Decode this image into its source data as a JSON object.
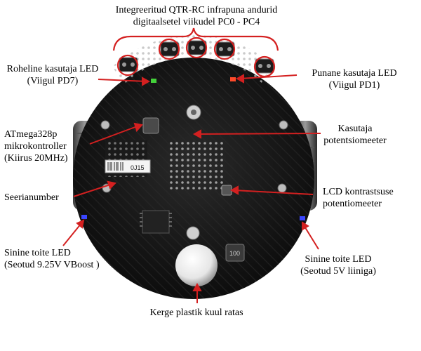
{
  "labels": {
    "top_sensors": [
      "Integreeritud QTR-RC infrapuna andurid",
      "digitaalsetel viikudel PC0 - PC4"
    ],
    "green_led": [
      "Roheline kasutaja LED",
      "(Viigul PD7)"
    ],
    "red_led": [
      "Punane kasutaja LED",
      "(Viigul PD1)"
    ],
    "mcu": [
      "ATmega328p",
      "mikrokontroller",
      "(Kiirus 20MHz)"
    ],
    "user_pot": [
      "Kasutaja",
      "potentsiomeeter"
    ],
    "serial": [
      "Seerianumber"
    ],
    "lcd_pot": [
      "LCD kontrastsuse",
      "potentiomeeter"
    ],
    "blue_left": [
      "Sinine toite LED",
      "(Seotud 9.25V VBoost )"
    ],
    "blue_right": [
      "Sinine toite LED",
      "(Seotud 5V liiniga)"
    ],
    "caster": [
      "Kerge plastik kuul ratas"
    ]
  },
  "board_text": {
    "serial_code": "0J15",
    "inductor_code": "100"
  },
  "colors": {
    "annotation": "#d42020",
    "pcb": "#141414",
    "green_led": "#43d13a",
    "red_led": "#ff4a2a",
    "blue_led": "#3a46ff"
  }
}
